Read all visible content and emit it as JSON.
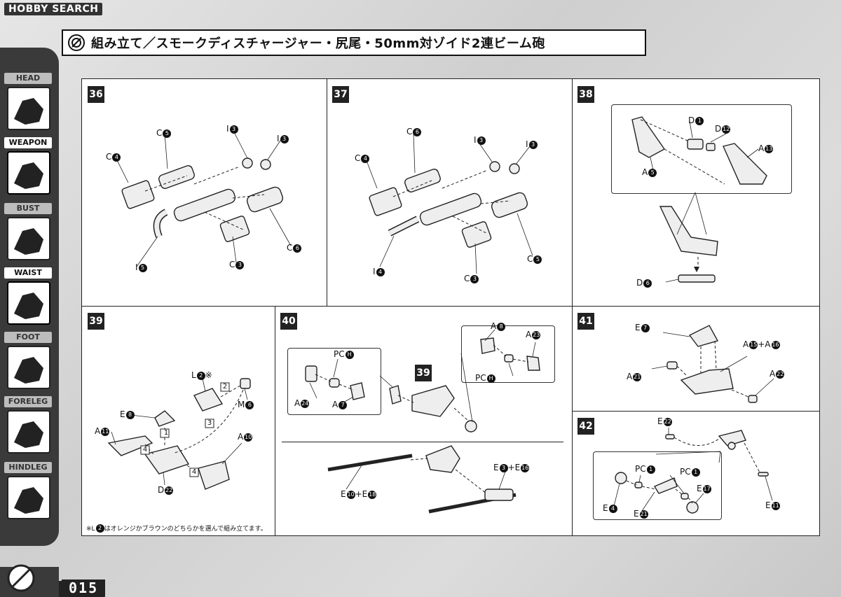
{
  "watermark": "HOBBY SEARCH",
  "title": "組み立て／スモークディスチャージャー・尻尾・50mm対ゾイド2連ビーム砲",
  "page_number": "015",
  "sidebar": {
    "items": [
      {
        "label": "HEAD",
        "active": false
      },
      {
        "label": "WEAPON",
        "active": true
      },
      {
        "label": "BUST",
        "active": false
      },
      {
        "label": "WAIST",
        "active": true
      },
      {
        "label": "FOOT",
        "active": false
      },
      {
        "label": "FORELEG",
        "active": false
      },
      {
        "label": "HINDLEG",
        "active": false
      }
    ]
  },
  "steps": [
    {
      "number": "36",
      "labels": [
        {
          "text": "C",
          "num": "4"
        },
        {
          "text": "C",
          "num": "5"
        },
        {
          "text": "I",
          "num": "3"
        },
        {
          "text": "I",
          "num": "3"
        },
        {
          "text": "C",
          "num": "6"
        },
        {
          "text": "C",
          "num": "3"
        },
        {
          "text": "I",
          "num": "5"
        }
      ]
    },
    {
      "number": "37",
      "labels": [
        {
          "text": "C",
          "num": "4"
        },
        {
          "text": "C",
          "num": "6"
        },
        {
          "text": "I",
          "num": "3"
        },
        {
          "text": "I",
          "num": "3"
        },
        {
          "text": "C",
          "num": "5"
        },
        {
          "text": "C",
          "num": "3"
        },
        {
          "text": "I",
          "num": "4"
        }
      ]
    },
    {
      "number": "38",
      "labels": [
        {
          "text": "D",
          "num": "1"
        },
        {
          "text": "D",
          "num": "12"
        },
        {
          "text": "A",
          "num": "13"
        },
        {
          "text": "A",
          "num": "5"
        },
        {
          "text": "D",
          "num": "6"
        }
      ]
    },
    {
      "number": "39",
      "labels": [
        {
          "text": "L",
          "num": "2",
          "suffix": "※"
        },
        {
          "text": "M",
          "num": "6"
        },
        {
          "text": "E",
          "num": "8"
        },
        {
          "text": "A",
          "num": "11"
        },
        {
          "text": "A",
          "num": "10"
        },
        {
          "text": "D",
          "num": "22"
        }
      ],
      "order": [
        "1",
        "2",
        "3",
        "4",
        "4"
      ],
      "note_prefix": "※L",
      "note_num": "2",
      "note_text": "はオレンジかブラウンのどちらかを選んで組み立てます。"
    },
    {
      "number": "40",
      "sub_step": "39",
      "labels": [
        {
          "text": "PC",
          "num": "H"
        },
        {
          "text": "A",
          "num": "24"
        },
        {
          "text": "A",
          "num": "7"
        },
        {
          "text": "A",
          "num": "8"
        },
        {
          "text": "A",
          "num": "23"
        },
        {
          "text": "PC",
          "num": "H"
        },
        {
          "text": "E",
          "num": "3",
          "plus": "E",
          "num2": "16"
        },
        {
          "text": "E",
          "num": "10",
          "plus": "E",
          "num2": "18"
        }
      ]
    },
    {
      "number": "41",
      "labels": [
        {
          "text": "E",
          "num": "7"
        },
        {
          "text": "A",
          "num": "15",
          "plus": "A",
          "num2": "16"
        },
        {
          "text": "A",
          "num": "21"
        },
        {
          "text": "A",
          "num": "22"
        }
      ]
    },
    {
      "number": "42",
      "labels": [
        {
          "text": "E",
          "num": "22"
        },
        {
          "text": "PC",
          "num": "1"
        },
        {
          "text": "PC",
          "num": "1"
        },
        {
          "text": "E",
          "num": "17"
        },
        {
          "text": "E",
          "num": "4"
        },
        {
          "text": "E",
          "num": "21"
        },
        {
          "text": "E",
          "num": "11"
        }
      ]
    }
  ],
  "colors": {
    "panel_border": "#222222",
    "sidebar": "#3a3a3a",
    "label_dot": "#111111"
  }
}
